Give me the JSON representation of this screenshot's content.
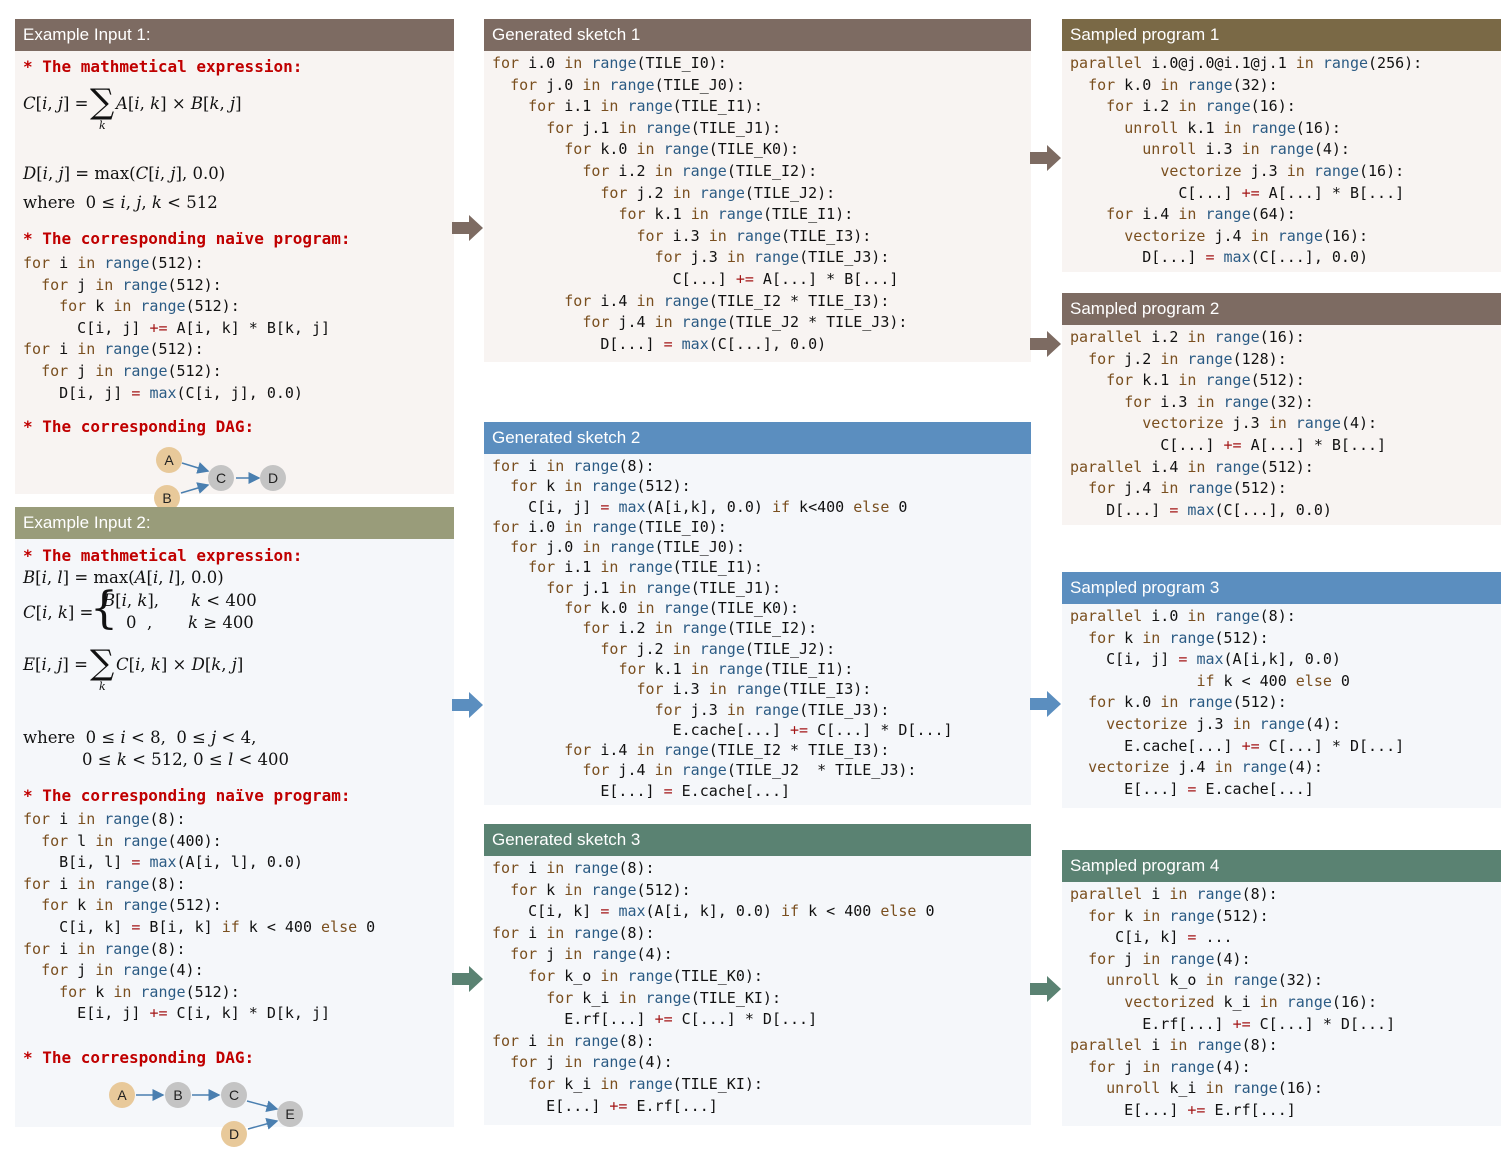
{
  "colors": {
    "header_brown": "#7d6b62",
    "header_olive": "#999c7a",
    "header_blue": "#5b8ebf",
    "header_teal": "#5a8272",
    "header_program1": "#7a6946",
    "node_tan": "#e8c99a",
    "node_gray": "#c4c4c4",
    "edge": "#4a7fb0",
    "heading_red": "#c00000"
  },
  "example1": {
    "title": "Example Input 1:",
    "heading_expr": "* The mathmetical expression:",
    "math_lines": [
      "C[i, j] = ∑ A[i, k] × B[k, j]",
      "D[i, j] = max(C[i, j], 0.0)",
      "where 0 ≤ i, j, k < 512"
    ],
    "sum_index": "k",
    "heading_prog": "* The corresponding naïve program:",
    "heading_dag": "* The corresponding DAG:",
    "dag_nodes": [
      "A",
      "B",
      "C",
      "D"
    ]
  },
  "example2": {
    "title": "Example Input 2:",
    "heading_expr": "* The mathmetical expression:",
    "math_lines": [
      "B[i, l] = max(A[i, l], 0.0)",
      "C[i, k] =",
      "B[i, k],",
      "k < 400",
      "0 ,",
      "k ≥ 400",
      "E[i, j] = ∑ C[i, k] × D[k, j]",
      "where 0 ≤ i < 8, 0 ≤ j < 4,",
      "0 ≤ k < 512, 0 ≤ l < 400"
    ],
    "sum_index": "k",
    "heading_prog": "* The corresponding naïve program:",
    "heading_dag": "* The corresponding DAG:",
    "dag_nodes": [
      "A",
      "B",
      "C",
      "D",
      "E"
    ]
  },
  "sketch1": {
    "title": "Generated sketch 1"
  },
  "sketch2": {
    "title": "Generated sketch 2"
  },
  "sketch3": {
    "title": "Generated sketch 3"
  },
  "program1": {
    "title": "Sampled program 1"
  },
  "program2": {
    "title": "Sampled program 2"
  },
  "program3": {
    "title": "Sampled program 3"
  },
  "program4": {
    "title": "Sampled  program 4"
  },
  "code": {
    "ex1": [
      "for i in range(512):",
      "  for j in range(512):",
      "    for k in range(512):",
      "      C[i, j] += A[i, k] * B[k, j]",
      "for i in range(512):",
      "  for j in range(512):",
      "    D[i, j] = max(C[i, j], 0.0)"
    ],
    "ex2": [
      "for i in range(8):",
      "  for l in range(400):",
      "    B[i, l] = max(A[i, l], 0.0)",
      "for i in range(8):",
      "  for k in range(512):",
      "    C[i, k] = B[i, k] if k < 400 else 0",
      "for i in range(8):",
      "  for j in range(4):",
      "    for k in range(512):",
      "      E[i, j] += C[i, k] * D[k, j]"
    ],
    "sketch1": [
      "for i.0 in range(TILE_I0):",
      "  for j.0 in range(TILE_J0):",
      "    for i.1 in range(TILE_I1):",
      "      for j.1 in range(TILE_J1):",
      "        for k.0 in range(TILE_K0):",
      "          for i.2 in range(TILE_I2):",
      "            for j.2 in range(TILE_J2):",
      "              for k.1 in range(TILE_I1):",
      "                for i.3 in range(TILE_I3):",
      "                  for j.3 in range(TILE_J3):",
      "                    C[...] += A[...] * B[...]",
      "        for i.4 in range(TILE_I2 * TILE_I3):",
      "          for j.4 in range(TILE_J2 * TILE_J3):",
      "            D[...] = max(C[...], 0.0)"
    ],
    "sketch2": [
      "for i in range(8):",
      "  for k in range(512):",
      "    C[i, j] = max(A[i,k], 0.0) if k<400 else 0",
      "for i.0 in range(TILE_I0):",
      "  for j.0 in range(TILE_J0):",
      "    for i.1 in range(TILE_I1):",
      "      for j.1 in range(TILE_J1):",
      "        for k.0 in range(TILE_K0):",
      "          for i.2 in range(TILE_I2):",
      "            for j.2 in range(TILE_J2):",
      "              for k.1 in range(TILE_I1):",
      "                for i.3 in range(TILE_I3):",
      "                  for j.3 in range(TILE_J3):",
      "                    E.cache[...] += C[...] * D[...]",
      "        for i.4 in range(TILE_I2 * TILE_I3):",
      "          for j.4 in range(TILE_J2  * TILE_J3):",
      "            E[...] = E.cache[...]"
    ],
    "sketch3": [
      "for i in range(8):",
      "  for k in range(512):",
      "    C[i, k] = max(A[i, k], 0.0) if k < 400 else 0",
      "for i in range(8):",
      "  for j in range(4):",
      "    for k_o in range(TILE_K0):",
      "      for k_i in range(TILE_KI):",
      "        E.rf[...] += C[...] * D[...]",
      "for i in range(8):",
      "  for j in range(4):",
      "    for k_i in range(TILE_KI):",
      "      E[...] += E.rf[...]"
    ],
    "program1": [
      "parallel i.0@j.0@i.1@j.1 in range(256):",
      "  for k.0 in range(32):",
      "    for i.2 in range(16):",
      "      unroll k.1 in range(16):",
      "        unroll i.3 in range(4):",
      "          vectorize j.3 in range(16):",
      "            C[...] += A[...] * B[...]",
      "    for i.4 in range(64):",
      "      vectorize j.4 in range(16):",
      "        D[...] = max(C[...], 0.0)"
    ],
    "program2": [
      "parallel i.2 in range(16):",
      "  for j.2 in range(128):",
      "    for k.1 in range(512):",
      "      for i.3 in range(32):",
      "        vectorize j.3 in range(4):",
      "          C[...] += A[...] * B[...]",
      "parallel i.4 in range(512):",
      "  for j.4 in range(512):",
      "    D[...] = max(C[...], 0.0)"
    ],
    "program3": [
      "parallel i.0 in range(8):",
      "  for k in range(512):",
      "    C[i, j] = max(A[i,k], 0.0)",
      "              if k < 400 else 0",
      "  for k.0 in range(512):",
      "    vectorize j.3 in range(4):",
      "      E.cache[...] += C[...] * D[...]",
      "  vectorize j.4 in range(4):",
      "      E[...] = E.cache[...]"
    ],
    "program4": [
      "parallel i in range(8):",
      "  for k in range(512):",
      "     C[i, k] = ...",
      "  for j in range(4):",
      "    unroll k_o in range(32):",
      "      vectorized k_i in range(16):",
      "        E.rf[...] += C[...] * D[...]",
      "parallel i in range(8):",
      "  for j in range(4):",
      "    unroll k_i in range(16):",
      "      E[...] += E.rf[...]"
    ]
  }
}
